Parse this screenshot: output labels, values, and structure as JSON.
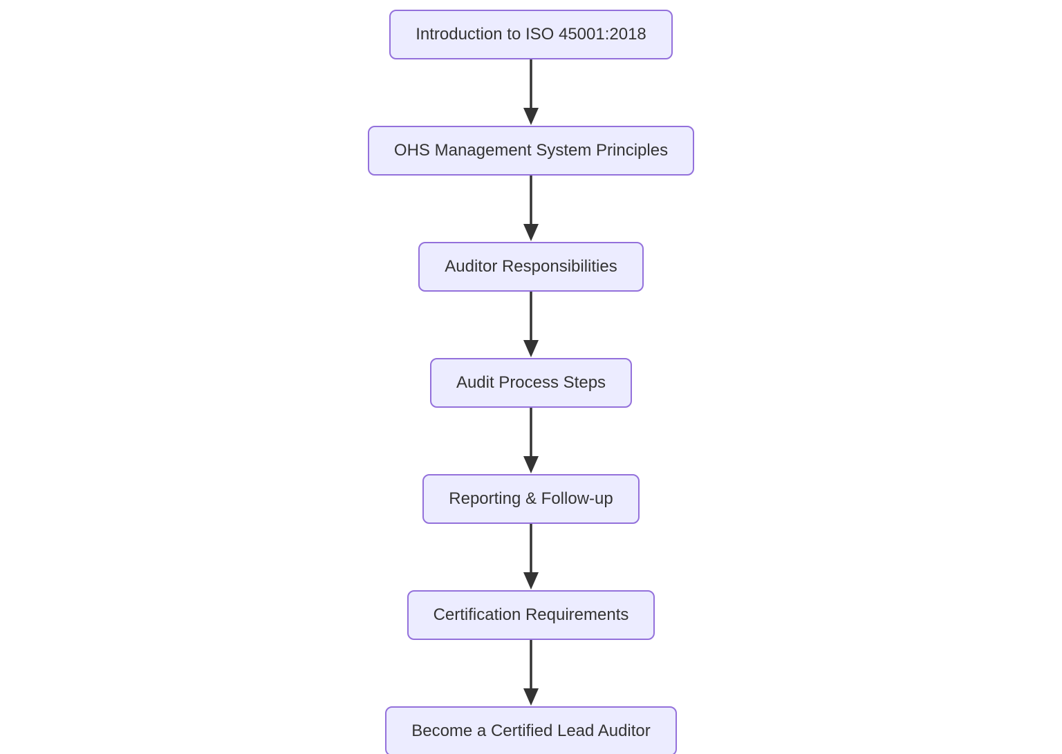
{
  "diagram": {
    "type": "flowchart",
    "direction": "top-down",
    "nodes": [
      {
        "id": "intro",
        "label": "Introduction to ISO 45001:2018"
      },
      {
        "id": "ohs",
        "label": "OHS Management System Principles"
      },
      {
        "id": "resp",
        "label": "Auditor Responsibilities"
      },
      {
        "id": "process",
        "label": "Audit Process Steps"
      },
      {
        "id": "reporting",
        "label": "Reporting & Follow-up"
      },
      {
        "id": "cert",
        "label": "Certification Requirements"
      },
      {
        "id": "lead",
        "label": "Become a Certified Lead Auditor"
      }
    ],
    "edges": [
      {
        "from": "intro",
        "to": "ohs"
      },
      {
        "from": "ohs",
        "to": "resp"
      },
      {
        "from": "resp",
        "to": "process"
      },
      {
        "from": "process",
        "to": "reporting"
      },
      {
        "from": "reporting",
        "to": "cert"
      },
      {
        "from": "cert",
        "to": "lead"
      }
    ],
    "style": {
      "node_fill": "#ECECFF",
      "node_border": "#9370DB",
      "text_color": "#333333",
      "arrow_color": "#333333",
      "background": "#FFFFFF"
    }
  }
}
